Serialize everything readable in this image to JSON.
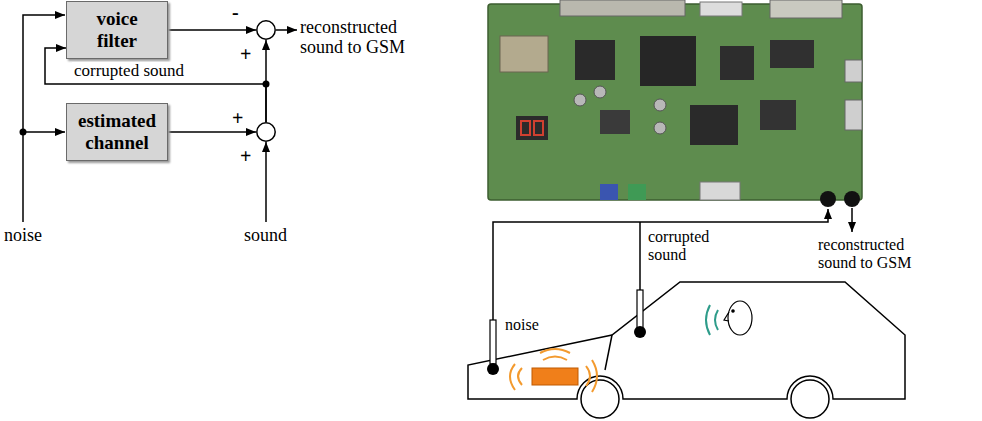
{
  "diagram": {
    "nodes": [
      {
        "text": [
          "voice filter"
        ]
      },
      {
        "text": [
          "-",
          "+"
        ]
      },
      {
        "text": [
          "estimated channel"
        ]
      },
      {
        "text": [
          "+",
          "+"
        ]
      }
    ],
    "edges": [
      {
        "from": 0,
        "to": 1,
        "arrow": "to"
      },
      {
        "from": 3,
        "to": 1,
        "arrow": "to"
      },
      {
        "from": 3,
        "to": 0,
        "label": "corrupted sound",
        "arrow": "to"
      },
      {
        "from": 2,
        "to": 3,
        "arrow": "to"
      }
    ],
    "labels": [
      "reconstructed sound to GSM",
      "noise",
      "sound",
      "corrupted sound",
      "noise",
      "reconstructed sound to GSM"
    ]
  }
}
